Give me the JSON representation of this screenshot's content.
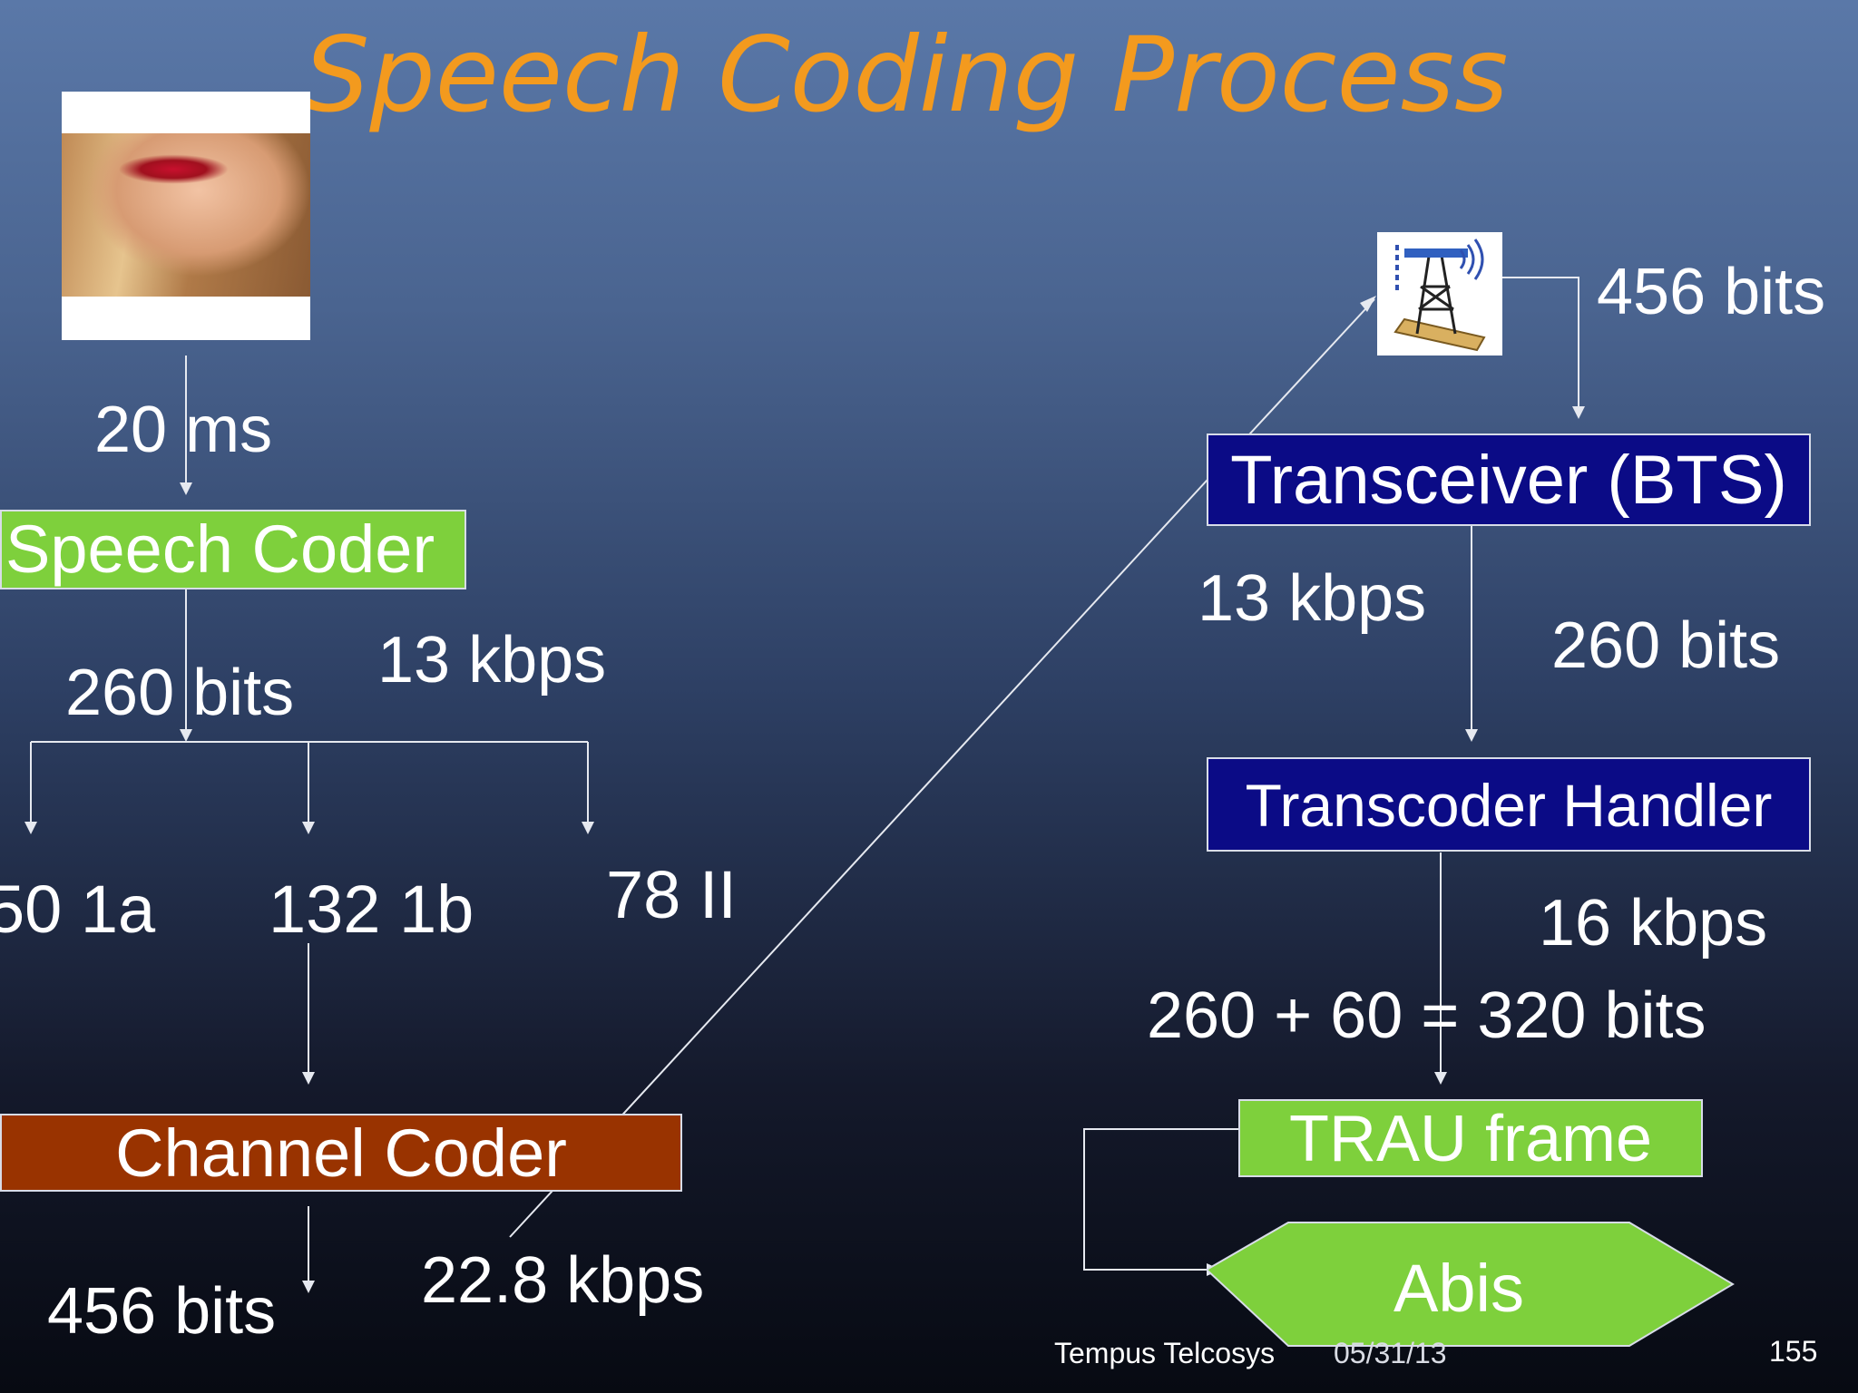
{
  "title": "Speech Coding Process",
  "icons": {
    "photo": "woman-face-photo",
    "tower": "bts-tower-icon"
  },
  "left_flow": {
    "interval": "20 ms",
    "speech_coder": "Speech Coder",
    "bits_260": "260 bits",
    "rate_13": "13 kbps",
    "class_1a": "50 1a",
    "class_1b": "132 1b",
    "class_ii": "78 II",
    "channel_coder": "Channel Coder",
    "bits_456": "456 bits",
    "rate_228": "22.8 kbps"
  },
  "right_flow": {
    "bits_456": "456 bits",
    "transceiver": "Transceiver (BTS)",
    "rate_13": "13 kbps",
    "bits_260": "260 bits",
    "transcoder_handler": "Transcoder Handler",
    "rate_16": "16 kbps",
    "equation": "260 + 60 = 320 bits",
    "trau_frame": "TRAU frame",
    "abis": "Abis"
  },
  "footer": {
    "company": "Tempus Telcosys",
    "date": "05/31/13",
    "page": "155"
  },
  "colors": {
    "title": "#f39a1e",
    "green_box": "#7ed03c",
    "navy_box": "#0b0b86",
    "brown_box": "#993300",
    "line": "#e6e9f0"
  }
}
